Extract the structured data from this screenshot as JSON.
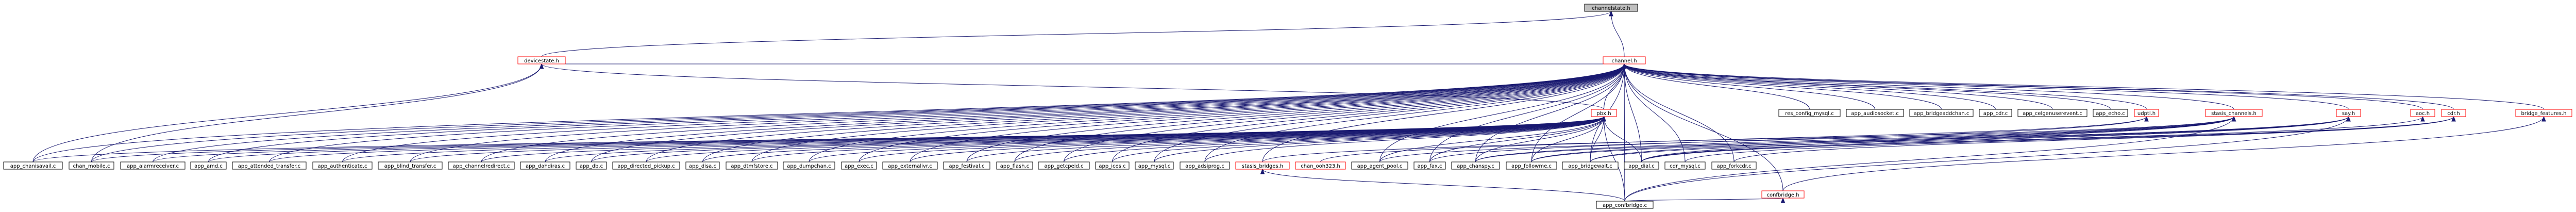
{
  "nodes": [
    {
      "id": "channelstate",
      "label": "channelstate.h",
      "style": "gray"
    },
    {
      "id": "devicestate",
      "label": "devicestate.h",
      "style": "red"
    },
    {
      "id": "channel",
      "label": "channel.h",
      "style": "red"
    },
    {
      "id": "pbx",
      "label": "pbx.h",
      "style": "red"
    },
    {
      "id": "res_config_mysql",
      "label": "res_config_mysql.c",
      "style": "plain"
    },
    {
      "id": "app_audiosocket",
      "label": "app_audiosocket.c",
      "style": "plain"
    },
    {
      "id": "app_bridgeaddchan",
      "label": "app_bridgeaddchan.c",
      "style": "plain"
    },
    {
      "id": "app_cdr",
      "label": "app_cdr.c",
      "style": "plain"
    },
    {
      "id": "app_celgenuserevent",
      "label": "app_celgenuserevent.c",
      "style": "plain"
    },
    {
      "id": "app_echo",
      "label": "app_echo.c",
      "style": "plain"
    },
    {
      "id": "udptl",
      "label": "udptl.h",
      "style": "red"
    },
    {
      "id": "stasis_channels",
      "label": "stasis_channels.h",
      "style": "red"
    },
    {
      "id": "say",
      "label": "say.h",
      "style": "red"
    },
    {
      "id": "aoc",
      "label": "aoc.h",
      "style": "red"
    },
    {
      "id": "cdr",
      "label": "cdr.h",
      "style": "red"
    },
    {
      "id": "bridge_features",
      "label": "bridge_features.h",
      "style": "red"
    },
    {
      "id": "app_chanisavail",
      "label": "app_chanisavail.c",
      "style": "plain"
    },
    {
      "id": "chan_mobile",
      "label": "chan_mobile.c",
      "style": "plain"
    },
    {
      "id": "app_alarmreceiver",
      "label": "app_alarmreceiver.c",
      "style": "plain"
    },
    {
      "id": "app_amd",
      "label": "app_amd.c",
      "style": "plain"
    },
    {
      "id": "app_attended_transfer",
      "label": "app_attended_transfer.c",
      "style": "plain"
    },
    {
      "id": "app_authenticate",
      "label": "app_authenticate.c",
      "style": "plain"
    },
    {
      "id": "app_blind_transfer",
      "label": "app_blind_transfer.c",
      "style": "plain"
    },
    {
      "id": "app_channelredirect",
      "label": "app_channelredirect.c",
      "style": "plain"
    },
    {
      "id": "app_dahdiras",
      "label": "app_dahdiras.c",
      "style": "plain"
    },
    {
      "id": "app_db",
      "label": "app_db.c",
      "style": "plain"
    },
    {
      "id": "app_directed_pickup",
      "label": "app_directed_pickup.c",
      "style": "plain"
    },
    {
      "id": "app_disa",
      "label": "app_disa.c",
      "style": "plain"
    },
    {
      "id": "app_dtmfstore",
      "label": "app_dtmfstore.c",
      "style": "plain"
    },
    {
      "id": "app_dumpchan",
      "label": "app_dumpchan.c",
      "style": "plain"
    },
    {
      "id": "app_exec",
      "label": "app_exec.c",
      "style": "plain"
    },
    {
      "id": "app_externalivr",
      "label": "app_externalivr.c",
      "style": "plain"
    },
    {
      "id": "app_festival",
      "label": "app_festival.c",
      "style": "plain"
    },
    {
      "id": "app_flash",
      "label": "app_flash.c",
      "style": "plain"
    },
    {
      "id": "app_getcpeid",
      "label": "app_getcpeid.c",
      "style": "plain"
    },
    {
      "id": "app_ices",
      "label": "app_ices.c",
      "style": "plain"
    },
    {
      "id": "app_mysql",
      "label": "app_mysql.c",
      "style": "plain"
    },
    {
      "id": "app_adsiprog",
      "label": "app_adsiprog.c",
      "style": "plain"
    },
    {
      "id": "stasis_bridges",
      "label": "stasis_bridges.h",
      "style": "red"
    },
    {
      "id": "chan_ooh323",
      "label": "chan_ooh323.h",
      "style": "red"
    },
    {
      "id": "app_agent_pool",
      "label": "app_agent_pool.c",
      "style": "plain"
    },
    {
      "id": "app_fax",
      "label": "app_fax.c",
      "style": "plain"
    },
    {
      "id": "app_chanspy",
      "label": "app_chanspy.c",
      "style": "plain"
    },
    {
      "id": "app_followme",
      "label": "app_followme.c",
      "style": "plain"
    },
    {
      "id": "app_bridgewait",
      "label": "app_bridgewait.c",
      "style": "plain"
    },
    {
      "id": "app_dial",
      "label": "app_dial.c",
      "style": "plain"
    },
    {
      "id": "cdr_mysql",
      "label": "cdr_mysql.c",
      "style": "plain"
    },
    {
      "id": "app_forkcdr",
      "label": "app_forkcdr.c",
      "style": "plain"
    },
    {
      "id": "confbridge",
      "label": "confbridge.h",
      "style": "red"
    },
    {
      "id": "app_confbridge",
      "label": "app_confbridge.c",
      "style": "plain"
    }
  ],
  "edges": [
    [
      "channelstate",
      "channel"
    ],
    [
      "channelstate",
      "devicestate"
    ],
    [
      "devicestate",
      "app_chanisavail"
    ],
    [
      "devicestate",
      "chan_mobile"
    ],
    [
      "devicestate",
      "pbx"
    ],
    [
      "channel",
      "devicestate"
    ],
    [
      "channel",
      "pbx"
    ],
    [
      "channel",
      "res_config_mysql"
    ],
    [
      "channel",
      "app_audiosocket"
    ],
    [
      "channel",
      "app_bridgeaddchan"
    ],
    [
      "channel",
      "app_cdr"
    ],
    [
      "channel",
      "app_celgenuserevent"
    ],
    [
      "channel",
      "app_echo"
    ],
    [
      "channel",
      "udptl"
    ],
    [
      "channel",
      "stasis_channels"
    ],
    [
      "channel",
      "say"
    ],
    [
      "channel",
      "aoc"
    ],
    [
      "channel",
      "cdr"
    ],
    [
      "channel",
      "bridge_features"
    ],
    [
      "channel",
      "app_chanisavail"
    ],
    [
      "channel",
      "chan_mobile"
    ],
    [
      "channel",
      "app_alarmreceiver"
    ],
    [
      "channel",
      "app_amd"
    ],
    [
      "channel",
      "app_attended_transfer"
    ],
    [
      "channel",
      "app_authenticate"
    ],
    [
      "channel",
      "app_blind_transfer"
    ],
    [
      "channel",
      "app_channelredirect"
    ],
    [
      "channel",
      "app_dahdiras"
    ],
    [
      "channel",
      "app_db"
    ],
    [
      "channel",
      "app_directed_pickup"
    ],
    [
      "channel",
      "app_disa"
    ],
    [
      "channel",
      "app_dtmfstore"
    ],
    [
      "channel",
      "app_dumpchan"
    ],
    [
      "channel",
      "app_exec"
    ],
    [
      "channel",
      "app_externalivr"
    ],
    [
      "channel",
      "app_festival"
    ],
    [
      "channel",
      "app_flash"
    ],
    [
      "channel",
      "app_getcpeid"
    ],
    [
      "channel",
      "app_ices"
    ],
    [
      "channel",
      "app_mysql"
    ],
    [
      "channel",
      "app_adsiprog"
    ],
    [
      "channel",
      "stasis_bridges"
    ],
    [
      "channel",
      "app_agent_pool"
    ],
    [
      "channel",
      "app_fax"
    ],
    [
      "channel",
      "app_chanspy"
    ],
    [
      "channel",
      "app_followme"
    ],
    [
      "channel",
      "app_bridgewait"
    ],
    [
      "channel",
      "app_dial"
    ],
    [
      "channel",
      "cdr_mysql"
    ],
    [
      "channel",
      "app_forkcdr"
    ],
    [
      "channel",
      "confbridge"
    ],
    [
      "channel",
      "app_confbridge"
    ],
    [
      "pbx",
      "app_chanisavail"
    ],
    [
      "pbx",
      "chan_mobile"
    ],
    [
      "pbx",
      "app_alarmreceiver"
    ],
    [
      "pbx",
      "app_amd"
    ],
    [
      "pbx",
      "app_attended_transfer"
    ],
    [
      "pbx",
      "app_authenticate"
    ],
    [
      "pbx",
      "app_blind_transfer"
    ],
    [
      "pbx",
      "app_channelredirect"
    ],
    [
      "pbx",
      "app_dahdiras"
    ],
    [
      "pbx",
      "app_db"
    ],
    [
      "pbx",
      "app_directed_pickup"
    ],
    [
      "pbx",
      "app_disa"
    ],
    [
      "pbx",
      "app_dtmfstore"
    ],
    [
      "pbx",
      "app_dumpchan"
    ],
    [
      "pbx",
      "app_exec"
    ],
    [
      "pbx",
      "app_externalivr"
    ],
    [
      "pbx",
      "app_festival"
    ],
    [
      "pbx",
      "app_flash"
    ],
    [
      "pbx",
      "app_getcpeid"
    ],
    [
      "pbx",
      "app_ices"
    ],
    [
      "pbx",
      "app_mysql"
    ],
    [
      "pbx",
      "app_adsiprog"
    ],
    [
      "pbx",
      "app_agent_pool"
    ],
    [
      "pbx",
      "app_fax"
    ],
    [
      "pbx",
      "app_chanspy"
    ],
    [
      "pbx",
      "app_followme"
    ],
    [
      "pbx",
      "app_bridgewait"
    ],
    [
      "pbx",
      "app_dial"
    ],
    [
      "pbx",
      "app_confbridge"
    ],
    [
      "udptl",
      "chan_ooh323"
    ],
    [
      "udptl",
      "app_fax"
    ],
    [
      "stasis_channels",
      "stasis_bridges"
    ],
    [
      "stasis_channels",
      "app_agent_pool"
    ],
    [
      "stasis_channels",
      "app_chanspy"
    ],
    [
      "stasis_channels",
      "app_followme"
    ],
    [
      "stasis_channels",
      "app_bridgewait"
    ],
    [
      "stasis_channels",
      "app_dial"
    ],
    [
      "stasis_channels",
      "app_confbridge"
    ],
    [
      "say",
      "app_chanspy"
    ],
    [
      "say",
      "app_followme"
    ],
    [
      "say",
      "app_bridgewait"
    ],
    [
      "say",
      "app_dial"
    ],
    [
      "say",
      "app_confbridge"
    ],
    [
      "aoc",
      "app_dial"
    ],
    [
      "cdr",
      "app_dial"
    ],
    [
      "cdr",
      "cdr_mysql"
    ],
    [
      "cdr",
      "app_forkcdr"
    ],
    [
      "bridge_features",
      "confbridge"
    ],
    [
      "stasis_bridges",
      "app_confbridge"
    ],
    [
      "confbridge",
      "app_confbridge"
    ]
  ]
}
